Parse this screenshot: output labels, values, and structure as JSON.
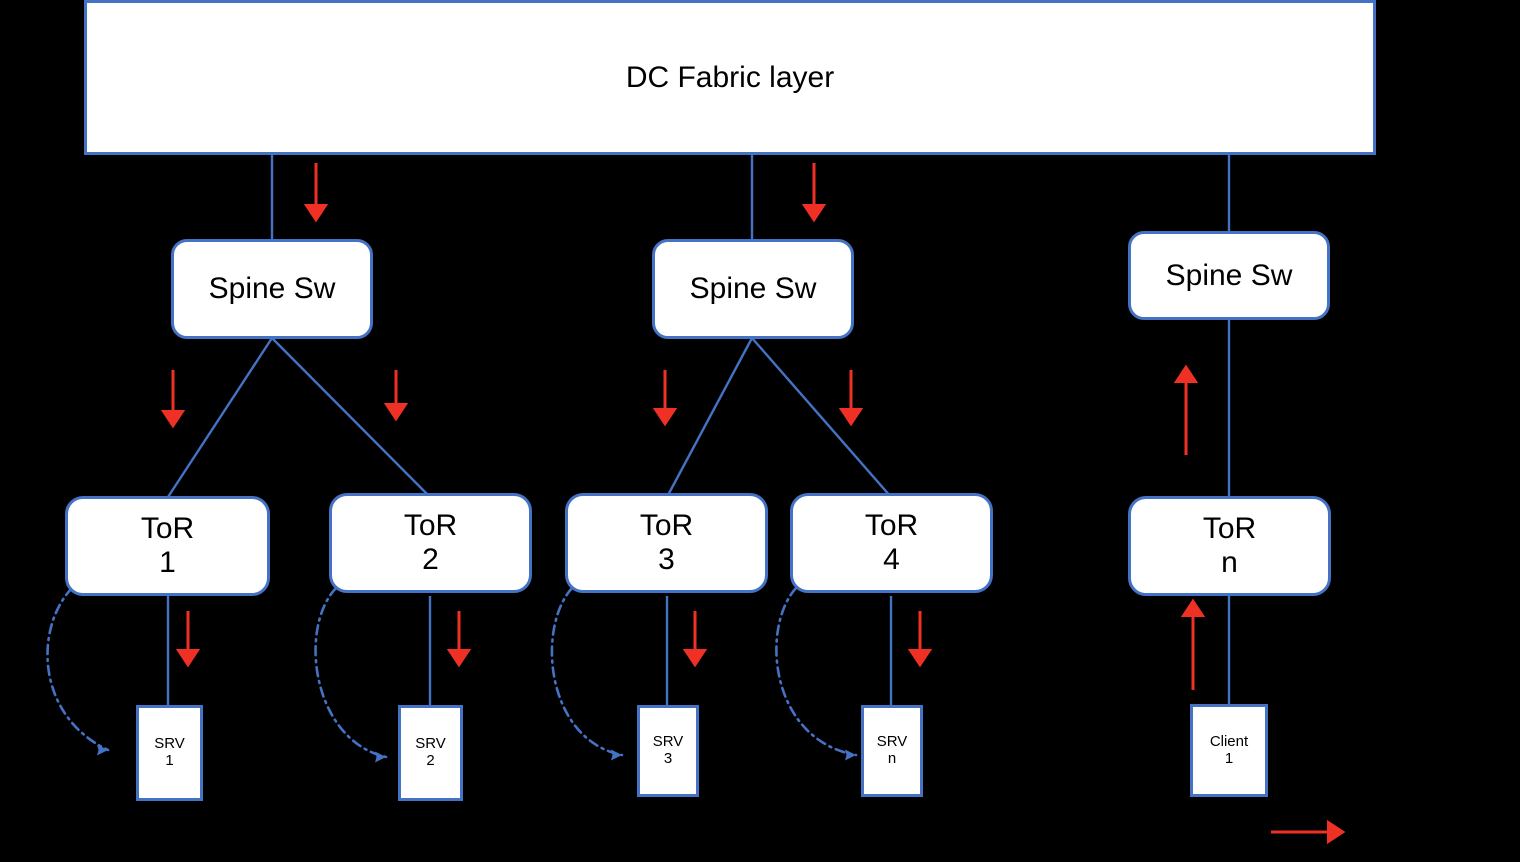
{
  "diagram": {
    "title": "DC Fabric layer",
    "colors": {
      "node_border": "#4472c4",
      "node_fill": "#ffffff",
      "link": "#4472c4",
      "flow_arrow": "#ee3124",
      "background": "#000000",
      "text": "#000000"
    },
    "fabric": {
      "label": "DC Fabric layer"
    },
    "spines": [
      {
        "id": "spine-1",
        "label": "Spine Sw"
      },
      {
        "id": "spine-2",
        "label": "Spine Sw"
      },
      {
        "id": "spine-n",
        "label": "Spine Sw"
      }
    ],
    "tors": [
      {
        "id": "tor-1",
        "label": "ToR",
        "index": "1"
      },
      {
        "id": "tor-2",
        "label": "ToR",
        "index": "2"
      },
      {
        "id": "tor-3",
        "label": "ToR",
        "index": "3"
      },
      {
        "id": "tor-4",
        "label": "ToR",
        "index": "4"
      },
      {
        "id": "tor-n",
        "label": "ToR",
        "index": "n"
      }
    ],
    "hosts": [
      {
        "id": "srv-1",
        "label": "SRV",
        "index": "1"
      },
      {
        "id": "srv-2",
        "label": "SRV",
        "index": "2"
      },
      {
        "id": "srv-3",
        "label": "SRV",
        "index": "3"
      },
      {
        "id": "srv-n",
        "label": "SRV",
        "index": "n"
      },
      {
        "id": "client-1",
        "label": "Client",
        "index": "1"
      }
    ],
    "legend_arrow": {
      "direction": "right",
      "color": "#ee3124"
    },
    "flow_arrows": [
      {
        "id": "flow-fabric-spine-1",
        "direction": "down"
      },
      {
        "id": "flow-fabric-spine-2",
        "direction": "down"
      },
      {
        "id": "flow-spine1-tor1",
        "direction": "down"
      },
      {
        "id": "flow-spine1-tor2",
        "direction": "down"
      },
      {
        "id": "flow-spine2-tor3",
        "direction": "down"
      },
      {
        "id": "flow-spine2-tor4",
        "direction": "down"
      },
      {
        "id": "flow-tor1-srv1",
        "direction": "down"
      },
      {
        "id": "flow-tor2-srv2",
        "direction": "down"
      },
      {
        "id": "flow-tor3-srv3",
        "direction": "down"
      },
      {
        "id": "flow-tor4-srvn",
        "direction": "down"
      },
      {
        "id": "flow-torn-spinen",
        "direction": "up"
      },
      {
        "id": "flow-client1-torn",
        "direction": "up"
      }
    ]
  }
}
